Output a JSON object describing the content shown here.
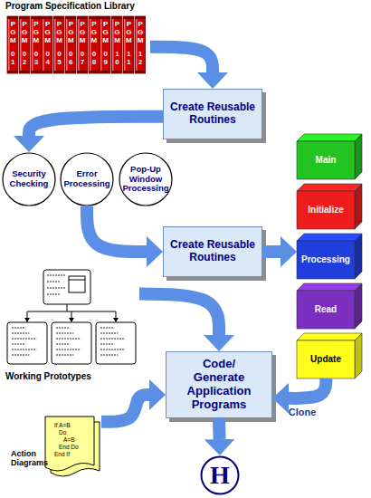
{
  "diagram": {
    "nodes": [
      {
        "text": [
          "Program Specification Library"
        ]
      },
      {
        "text": [
          "PGM",
          "01"
        ],
        "in": 0
      },
      {
        "text": [
          "PGM",
          "02"
        ],
        "in": 0
      },
      {
        "text": [
          "PGM",
          "03"
        ],
        "in": 0
      },
      {
        "text": [
          "PGM",
          "04"
        ],
        "in": 0
      },
      {
        "text": [
          "PGM",
          "05"
        ],
        "in": 0
      },
      {
        "text": [
          "PGM",
          "06"
        ],
        "in": 0
      },
      {
        "text": [
          "PGM",
          "07"
        ],
        "in": 0
      },
      {
        "text": [
          "PGM",
          "08"
        ],
        "in": 0
      },
      {
        "text": [
          "PGM",
          "09"
        ],
        "in": 0
      },
      {
        "text": [
          "PGM",
          "10"
        ],
        "in": 0
      },
      {
        "text": [
          "PGM",
          "11"
        ],
        "in": 0
      },
      {
        "text": [
          "PGM",
          "12"
        ],
        "in": 0
      },
      {
        "text": [
          "Create Reusable Routines"
        ]
      },
      {
        "text": [
          "Security Checking"
        ]
      },
      {
        "text": [
          "Error Processing"
        ]
      },
      {
        "text": [
          "Pop-Up Window Processing"
        ]
      },
      {
        "text": [
          "Create Reusable Routines"
        ]
      },
      {
        "text": [
          "Main"
        ]
      },
      {
        "text": [
          "Initialize"
        ]
      },
      {
        "text": [
          "Processing"
        ]
      },
      {
        "text": [
          "Read"
        ]
      },
      {
        "text": [
          "Update"
        ]
      },
      {
        "text": [
          "Working Prototypes"
        ]
      },
      {
        "text": [
          "Code/ Generate Application Programs"
        ]
      },
      {
        "text": [
          "Action Diagrams",
          "If A=B",
          "Do",
          "A=B",
          "End Do",
          "End If"
        ]
      },
      {
        "text": [
          "H"
        ]
      }
    ],
    "edges": [
      {
        "from": 0,
        "to": 13,
        "arrow": "to"
      },
      {
        "from": 13,
        "to": 14,
        "arrow": "to"
      },
      {
        "from": 15,
        "to": 17,
        "arrow": "to"
      },
      {
        "from": 17,
        "to": 20,
        "arrow": "to"
      },
      {
        "from": 23,
        "to": 24,
        "arrow": "to"
      },
      {
        "from": 25,
        "to": 24,
        "arrow": "to"
      },
      {
        "from": 22,
        "to": 24,
        "label": "Clone",
        "arrow": "to"
      },
      {
        "from": 24,
        "to": 26,
        "arrow": "to"
      }
    ]
  }
}
